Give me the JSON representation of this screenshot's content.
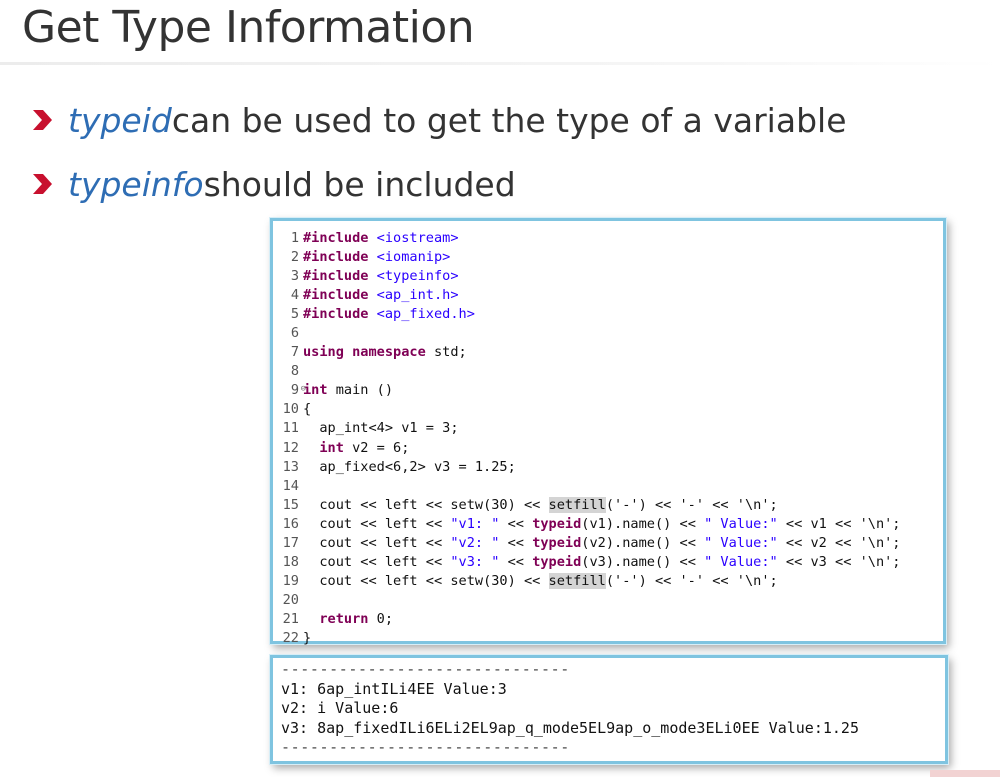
{
  "slide": {
    "title": "Get Type Information"
  },
  "bullets": [
    {
      "keyword": "typeid",
      "text": " can be used to get the type of a variable"
    },
    {
      "keyword": "typeinfo",
      "text": " should be included"
    }
  ],
  "colors": {
    "bullet_marker": "#c8102e",
    "keyword": "#2e6db4",
    "panel_border": "#7fc4e0"
  },
  "code": {
    "line_numbers": [
      "1",
      "2",
      "3",
      "4",
      "5",
      "6",
      "7",
      "8",
      "9",
      "10",
      "11",
      "12",
      "13",
      "14",
      "15",
      "16",
      "17",
      "18",
      "19",
      "20",
      "21",
      "22"
    ],
    "fold_marker": "⊖",
    "include_kw": "#include",
    "headers": [
      "<iostream>",
      "<iomanip>",
      "<typeinfo>",
      "<ap_int.h>",
      "<ap_fixed.h>"
    ],
    "using_kw": "using namespace",
    "using_rest": " std;",
    "int_kw": "int",
    "main_rest": " main ()",
    "open_brace": "{",
    "l11": "  ap_int<4> v1 = 3;",
    "l12_rest": " v2 = 6;",
    "l13": "  ap_fixed<6,2> v3 = 1.25;",
    "cout_lr": "  cout << left << ",
    "setw_part": "setw(30) << ",
    "setfill": "setfill",
    "setfill_arg": "('-') << '-' << '\\n';",
    "typeid_kw": "typeid",
    "l16_str": "\"v1: \"",
    "l16_mid": "(v1).name() << ",
    "l16_tail": " << v1 << '\\n';",
    "l17_str": "\"v2: \"",
    "l17_mid": "(v2).name() << ",
    "l17_tail": " << v2 << '\\n';",
    "l18_str": "\"v3: \"",
    "l18_mid": "(v3).name() << ",
    "l18_tail": " << v3 << '\\n';",
    "op_lt": " << ",
    "value_str": "\" Value:\"",
    "return_kw": "return",
    "return_rest": " 0;",
    "close_brace": "}"
  },
  "console": {
    "dash_line": "------------------------------",
    "lines": [
      "v1: 6ap_intILi4EE Value:3",
      "v2: i Value:6",
      "v3: 8ap_fixedILi6ELi2EL9ap_q_mode5EL9ap_o_mode3ELi0EE Value:1.25"
    ]
  }
}
